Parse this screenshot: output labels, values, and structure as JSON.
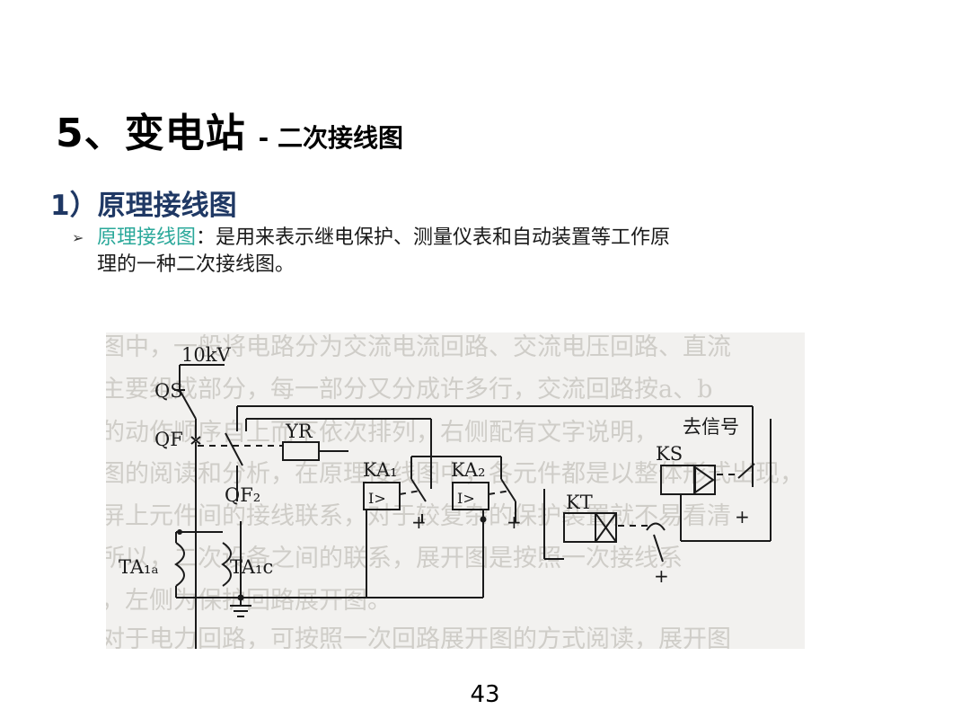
{
  "slide": {
    "title_main": "5、变电站",
    "title_sub": "- 二次接线图",
    "heading": "1）原理接线图",
    "bullet": {
      "marker": "➢",
      "term": "原理接线图",
      "text_line1": "：是用来表示继电保护、测量仪表和自动装置等工作原",
      "text_line2": "理的一种二次接线图。"
    },
    "page_number": "43"
  },
  "diagram": {
    "labels": {
      "voltage": "10kV",
      "qs": "QS",
      "qf": "QF",
      "qf2": "QF₂",
      "yr": "YR",
      "ka1": "KA₁",
      "ka2": "KA₂",
      "kt": "KT",
      "ks": "KS",
      "signal": "去信号",
      "ta1a": "TA₁ₐ",
      "ta1c": "TA₁c",
      "relay_symbol": "I>"
    },
    "bg_text": [
      "图中，一般将电路分为交流电流回路、交流电压回路、直流",
      "主要组成部分，每一部分又分成许多行，交流回路按a、b",
      "的动作顺序自上而下依次排列，右侧配有文字说明，",
      "图的阅读和分析，在原理接线图中，各元件都是以整体形式出现，",
      "屏上元件间的接线联系，对于较复杂的保护装置就不易看清",
      "所以，二次设备之间的联系，展开图是按照一次接线系",
      "，左侧为保护回路展开图。",
      "对于电力回路，可按照一次回路展开图的方式阅读，展开图"
    ]
  }
}
